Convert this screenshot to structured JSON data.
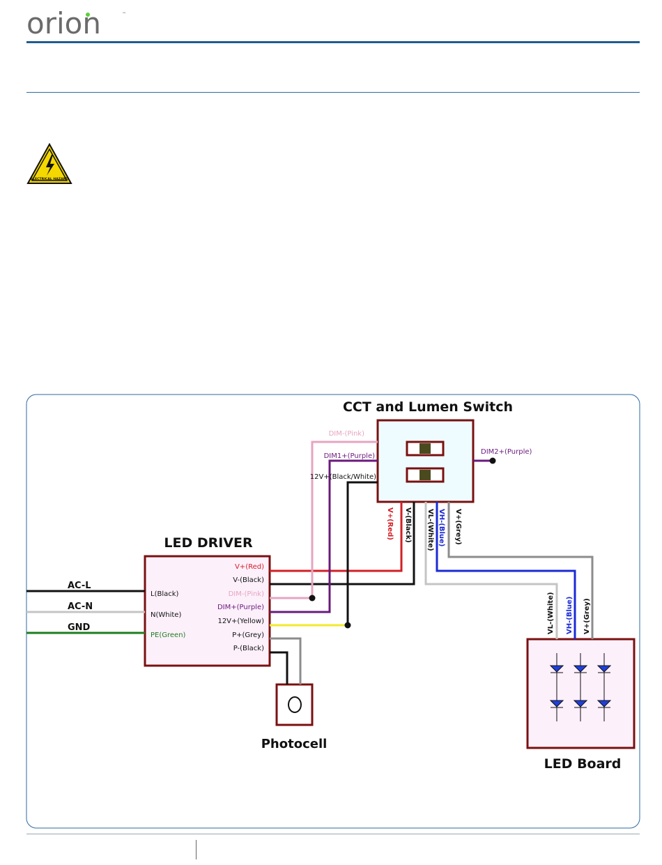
{
  "brand": {
    "logo_text": "orion",
    "trademark": "™"
  },
  "hazard_sign": {
    "label": "ELECTRICAL HAZARD"
  },
  "diagram": {
    "switch_title": "CCT and Lumen Switch",
    "driver_title": "LED DRIVER",
    "photocell_title": "Photocell",
    "led_board_title": "LED Board",
    "mains": {
      "ac_l": "AC-L",
      "ac_n": "AC-N",
      "gnd": "GND"
    },
    "driver_inputs": {
      "l": "L(Black)",
      "n": "N(White)",
      "pe": "PE(Green)"
    },
    "driver_outputs": {
      "v_plus": "V+(Red)",
      "v_minus": "V-(Black)",
      "dim_minus": "DIM-(Pink)",
      "dim_plus": "DIM+(Purple)",
      "v12_plus": "12V+(Yellow)",
      "p_plus": "P+(Grey)",
      "p_minus": "P-(Black)"
    },
    "switch_inputs": {
      "dim_minus": "DIM-(Pink)",
      "dim1_plus": "DIM1+(Purple)",
      "v12_plus": "12V+(Black/White)"
    },
    "switch_output_dim2": "DIM2+(Purple)",
    "switch_bottom": {
      "v_plus": "V+(Red)",
      "v_minus": "V-(Black)",
      "vl_minus": "VL-(White)",
      "vh_minus": "VH-(Blue)",
      "v_plus_grey": "V+(Grey)"
    },
    "board_inputs": {
      "vl_minus": "VL-(White)",
      "vh_minus": "VH-(Blue)",
      "v_plus": "V+(Grey)"
    },
    "wire_colors": {
      "red": "#d21f26",
      "black": "#111111",
      "pink": "#e7a4c1",
      "purple": "#6a1a7c",
      "yellow": "#f2ea2c",
      "grey": "#8c8c8c",
      "white": "#c4c4c4",
      "blue": "#1a2ad6",
      "green": "#1f7d1f",
      "box_border": "#7a1010",
      "led_blue": "#1f3fd8"
    }
  }
}
